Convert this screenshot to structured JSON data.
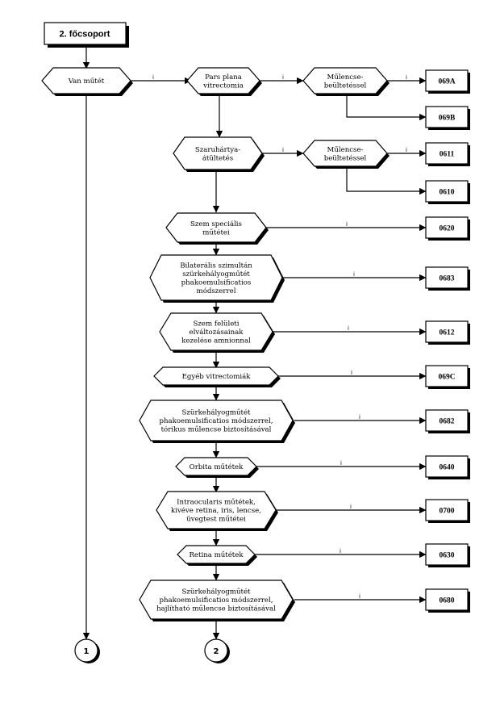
{
  "start": {
    "label": "2. főcsoport"
  },
  "van_mutet": {
    "label": "Van műtét"
  },
  "edge_label": "i",
  "nodes": {
    "pars_plana": [
      "Pars plana",
      "vitrectomia"
    ],
    "mulencse1": [
      "Műlencse-",
      "beültetéssel"
    ],
    "szaruhartya": [
      "Szaruhártya-",
      "átültetés"
    ],
    "mulencse2": [
      "Műlencse-",
      "beültetéssel"
    ],
    "szem_specialis": [
      "Szem speciális",
      "műtétei"
    ],
    "bilateralis": [
      "Bilaterális szimultán",
      "szürkehályogműtét",
      "phakoemulsificatios",
      "módszerrel"
    ],
    "szem_feluleti": [
      "Szem felületi",
      "elváltozásainak",
      "kezelése amnionnal"
    ],
    "egyeb": [
      "Egyéb vitrectomiák"
    ],
    "torikus": [
      "Szürkehályogműtét",
      "phakoemulsificatios módszerrel,",
      "tórikus műlencse biztosításával"
    ],
    "orbita": [
      "Orbita műtétek"
    ],
    "intraocularis": [
      "Intraocularis műtétek,",
      "kivéve retina, iris, lencse,",
      "üvegtest műtétei"
    ],
    "retina": [
      "Retina műtétek"
    ],
    "hajlithato": [
      "Szürkehályogműtét",
      "phakoemulsificatios módszerrel,",
      "hajlítható műlencse biztosításával"
    ]
  },
  "codes": {
    "c069A": "069A",
    "c069B": "069B",
    "c0611": "0611",
    "c0610": "0610",
    "c0620": "0620",
    "c0683": "0683",
    "c0612": "0612",
    "c069C": "069C",
    "c0682": "0682",
    "c0640": "0640",
    "c0700": "0700",
    "c0630": "0630",
    "c0680": "0680"
  },
  "connectors": {
    "c1": "1",
    "c2": "2"
  }
}
